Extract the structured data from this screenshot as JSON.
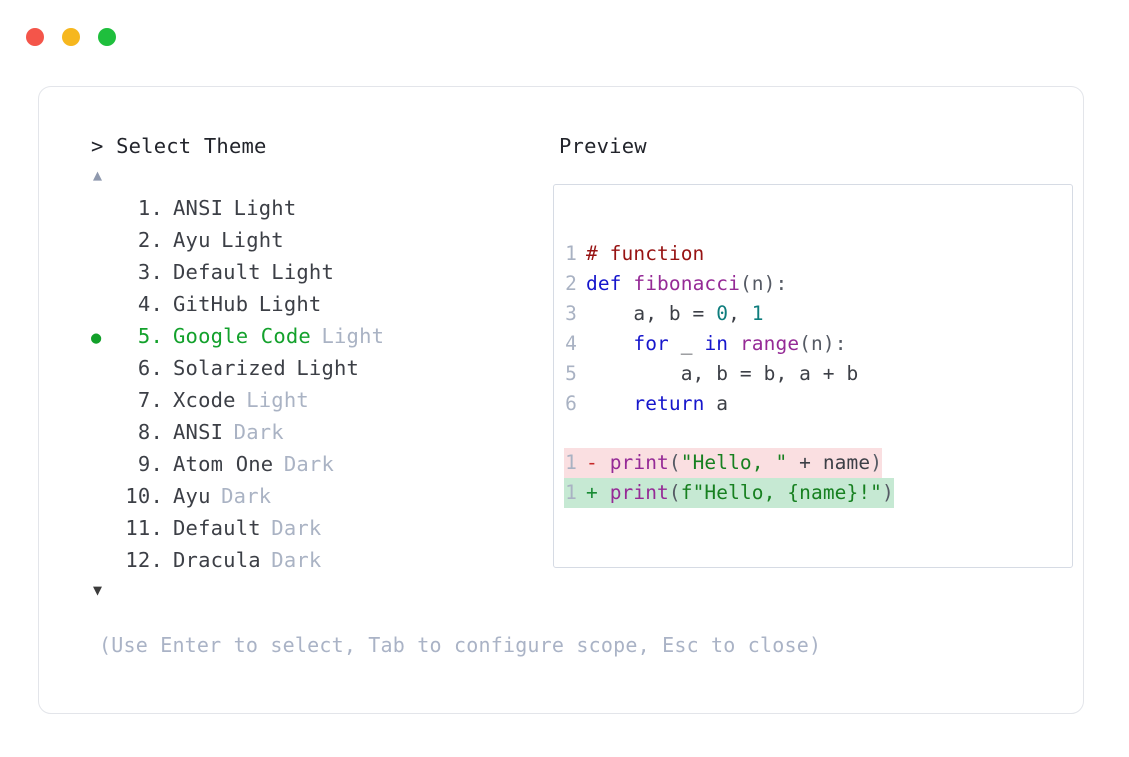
{
  "window": {
    "controls": [
      {
        "name": "close",
        "color": "#f4554a"
      },
      {
        "name": "minimize",
        "color": "#f6b71e"
      },
      {
        "name": "maximize",
        "color": "#1fbf3d"
      }
    ]
  },
  "picker": {
    "prompt_symbol": ">",
    "prompt_label": "Select Theme",
    "scroll_up_glyph": "▲",
    "scroll_down_glyph": "▼",
    "selected_index": 5,
    "selection_bullet": "●",
    "items": [
      {
        "index": "1.",
        "name": "ANSI",
        "variant": "Light",
        "variant_muted": false,
        "selected": false
      },
      {
        "index": "2.",
        "name": "Ayu",
        "variant": "Light",
        "variant_muted": false,
        "selected": false
      },
      {
        "index": "3.",
        "name": "Default",
        "variant": "Light",
        "variant_muted": false,
        "selected": false
      },
      {
        "index": "4.",
        "name": "GitHub",
        "variant": "Light",
        "variant_muted": false,
        "selected": false
      },
      {
        "index": "5.",
        "name": "Google Code",
        "variant": "Light",
        "variant_muted": true,
        "selected": true
      },
      {
        "index": "6.",
        "name": "Solarized",
        "variant": "Light",
        "variant_muted": false,
        "selected": false
      },
      {
        "index": "7.",
        "name": "Xcode",
        "variant": "Light",
        "variant_muted": true,
        "selected": false
      },
      {
        "index": "8.",
        "name": "ANSI",
        "variant": "Dark",
        "variant_muted": true,
        "selected": false
      },
      {
        "index": "9.",
        "name": "Atom One",
        "variant": "Dark",
        "variant_muted": true,
        "selected": false
      },
      {
        "index": "10.",
        "name": "Ayu",
        "variant": "Dark",
        "variant_muted": true,
        "selected": false
      },
      {
        "index": "11.",
        "name": "Default",
        "variant": "Dark",
        "variant_muted": true,
        "selected": false
      },
      {
        "index": "12.",
        "name": "Dracula",
        "variant": "Dark",
        "variant_muted": true,
        "selected": false
      }
    ]
  },
  "preview": {
    "label": "Preview",
    "code_lines": [
      {
        "lnum": "1",
        "tokens": [
          {
            "t": "# function",
            "c": "tok-comment"
          }
        ]
      },
      {
        "lnum": "2",
        "tokens": [
          {
            "t": "def",
            "c": "tok-keyword"
          },
          {
            "t": " ",
            "c": "tok-plain"
          },
          {
            "t": "fibonacci",
            "c": "tok-func"
          },
          {
            "t": "(n):",
            "c": "tok-punct"
          }
        ]
      },
      {
        "lnum": "3",
        "tokens": [
          {
            "t": "    a, b = ",
            "c": "tok-plain"
          },
          {
            "t": "0",
            "c": "tok-number"
          },
          {
            "t": ", ",
            "c": "tok-plain"
          },
          {
            "t": "1",
            "c": "tok-number"
          }
        ]
      },
      {
        "lnum": "4",
        "tokens": [
          {
            "t": "    ",
            "c": "tok-plain"
          },
          {
            "t": "for",
            "c": "tok-keyword"
          },
          {
            "t": " _ ",
            "c": "tok-plain"
          },
          {
            "t": "in",
            "c": "tok-keyword"
          },
          {
            "t": " ",
            "c": "tok-plain"
          },
          {
            "t": "range",
            "c": "tok-func"
          },
          {
            "t": "(n):",
            "c": "tok-punct"
          }
        ]
      },
      {
        "lnum": "5",
        "tokens": [
          {
            "t": "        a, b = b, a + b",
            "c": "tok-plain"
          }
        ]
      },
      {
        "lnum": "6",
        "tokens": [
          {
            "t": "    ",
            "c": "tok-plain"
          },
          {
            "t": "return",
            "c": "tok-keyword"
          },
          {
            "t": " a",
            "c": "tok-plain"
          }
        ]
      }
    ],
    "diff_lines": [
      {
        "lnum": "1",
        "sign": "-",
        "kind": "del",
        "tokens": [
          {
            "t": " ",
            "c": "tok-plain"
          },
          {
            "t": "print",
            "c": "tok-func"
          },
          {
            "t": "(",
            "c": "tok-punct"
          },
          {
            "t": "\"Hello, \"",
            "c": "tok-string"
          },
          {
            "t": " + name",
            "c": "tok-plain"
          },
          {
            "t": ")",
            "c": "tok-punct"
          }
        ]
      },
      {
        "lnum": "1",
        "sign": "+",
        "kind": "add",
        "tokens": [
          {
            "t": " ",
            "c": "tok-plain"
          },
          {
            "t": "print",
            "c": "tok-func"
          },
          {
            "t": "(",
            "c": "tok-punct"
          },
          {
            "t": "f\"Hello, {name}!\"",
            "c": "tok-string"
          },
          {
            "t": ")",
            "c": "tok-punct"
          }
        ]
      }
    ]
  },
  "footer": {
    "help_text": "(Use Enter to select, Tab to configure scope, Esc to close)"
  },
  "colors": {
    "accent_green": "#13a12c",
    "muted_text": "#aab3c4",
    "diff_add_bg": "#c6e9d3",
    "diff_del_bg": "#fadfe1",
    "card_border": "#e3e5ea",
    "panel_border": "#d6dbe4"
  }
}
